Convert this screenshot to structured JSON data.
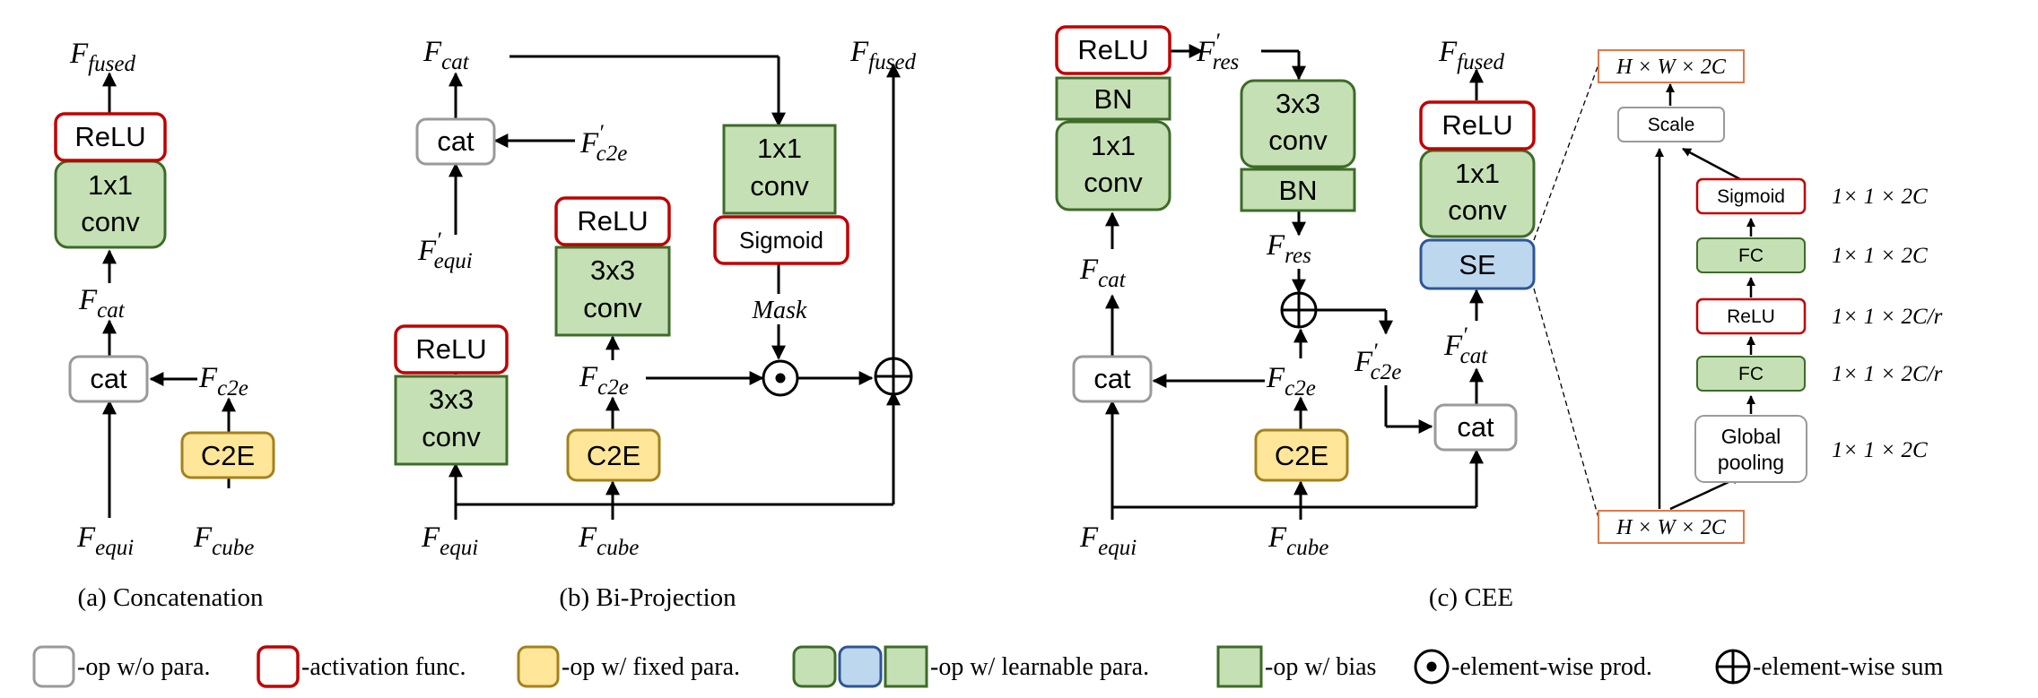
{
  "colors": {
    "no_param_border": "#9a9a9a",
    "activation_border": "#c00000",
    "fixed_param_fill": "#ffe699",
    "learnable_fill": "#c5e0b4",
    "learnable_alt_fill": "#bdd7ee",
    "dim_box_border": "#e0784a"
  },
  "symbols": {
    "F": "F",
    "prime": "′",
    "fused": "fused",
    "cat": "cat",
    "equi": "equi",
    "cube": "cube",
    "c2e": "c2e",
    "res": "res"
  },
  "ops": {
    "relu": "ReLU",
    "conv1x1_top": "1x1",
    "conv1x1_bottom": "conv",
    "conv3x3_top": "3x3",
    "conv3x3_bottom": "conv",
    "cat": "cat",
    "c2e": "C2E",
    "sigmoid": "Sigmoid",
    "mask": "Mask",
    "bn": "BN",
    "se": "SE",
    "scale": "Scale",
    "fc": "FC",
    "global_pooling_top": "Global",
    "global_pooling_bottom": "pooling"
  },
  "se_detail": {
    "dim_top": "H × W × 2C",
    "dim_bottom": "H × W × 2C",
    "dims": {
      "sigmoid": "1× 1 × 2C",
      "fc_upper": "1× 1 × 2C",
      "relu": "1× 1 × 2C/r",
      "fc_lower": "1× 1 × 2C/r",
      "pooling": "1× 1 × 2C"
    }
  },
  "captions": {
    "a": "(a) Concatenation",
    "b": "(b) Bi-Projection",
    "c": "(c) CEE"
  },
  "legend": {
    "no_param": "-op w/o para.",
    "activation": "-activation func.",
    "fixed": "-op w/ fixed para.",
    "learnable": "-op w/ learnable para.",
    "bias": "-op w/ bias",
    "prod": "-element-wise prod.",
    "sum": "-element-wise sum"
  },
  "icons": {
    "element_wise_product": "circle-dot-icon",
    "element_wise_sum": "circle-plus-icon"
  }
}
